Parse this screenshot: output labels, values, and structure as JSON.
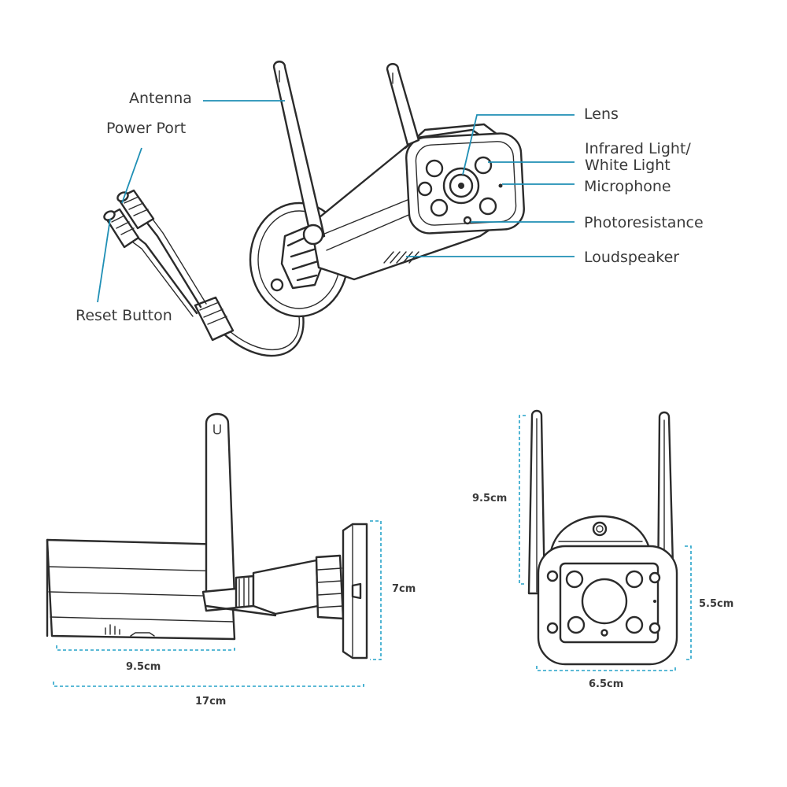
{
  "callouts": {
    "antenna": "Antenna",
    "power_port": "Power Port",
    "reset_button": "Reset Button",
    "lens": "Lens",
    "infrared_light_line1": "Infrared Light/",
    "infrared_light_line2": "White Light",
    "microphone": "Microphone",
    "photoresistance": "Photoresistance",
    "loudspeaker": "Loudspeaker"
  },
  "dimensions": {
    "side_body_length": "9.5cm",
    "side_total_length": "17cm",
    "side_mount_height": "7cm",
    "front_antenna_height": "9.5cm",
    "front_body_height": "5.5cm",
    "front_body_width": "6.5cm"
  },
  "colors": {
    "leader_line": "#1f8fb5",
    "dimension_line": "#26a3c9",
    "line_art": "#2b2b2b",
    "label_text": "#3a3a3a"
  }
}
